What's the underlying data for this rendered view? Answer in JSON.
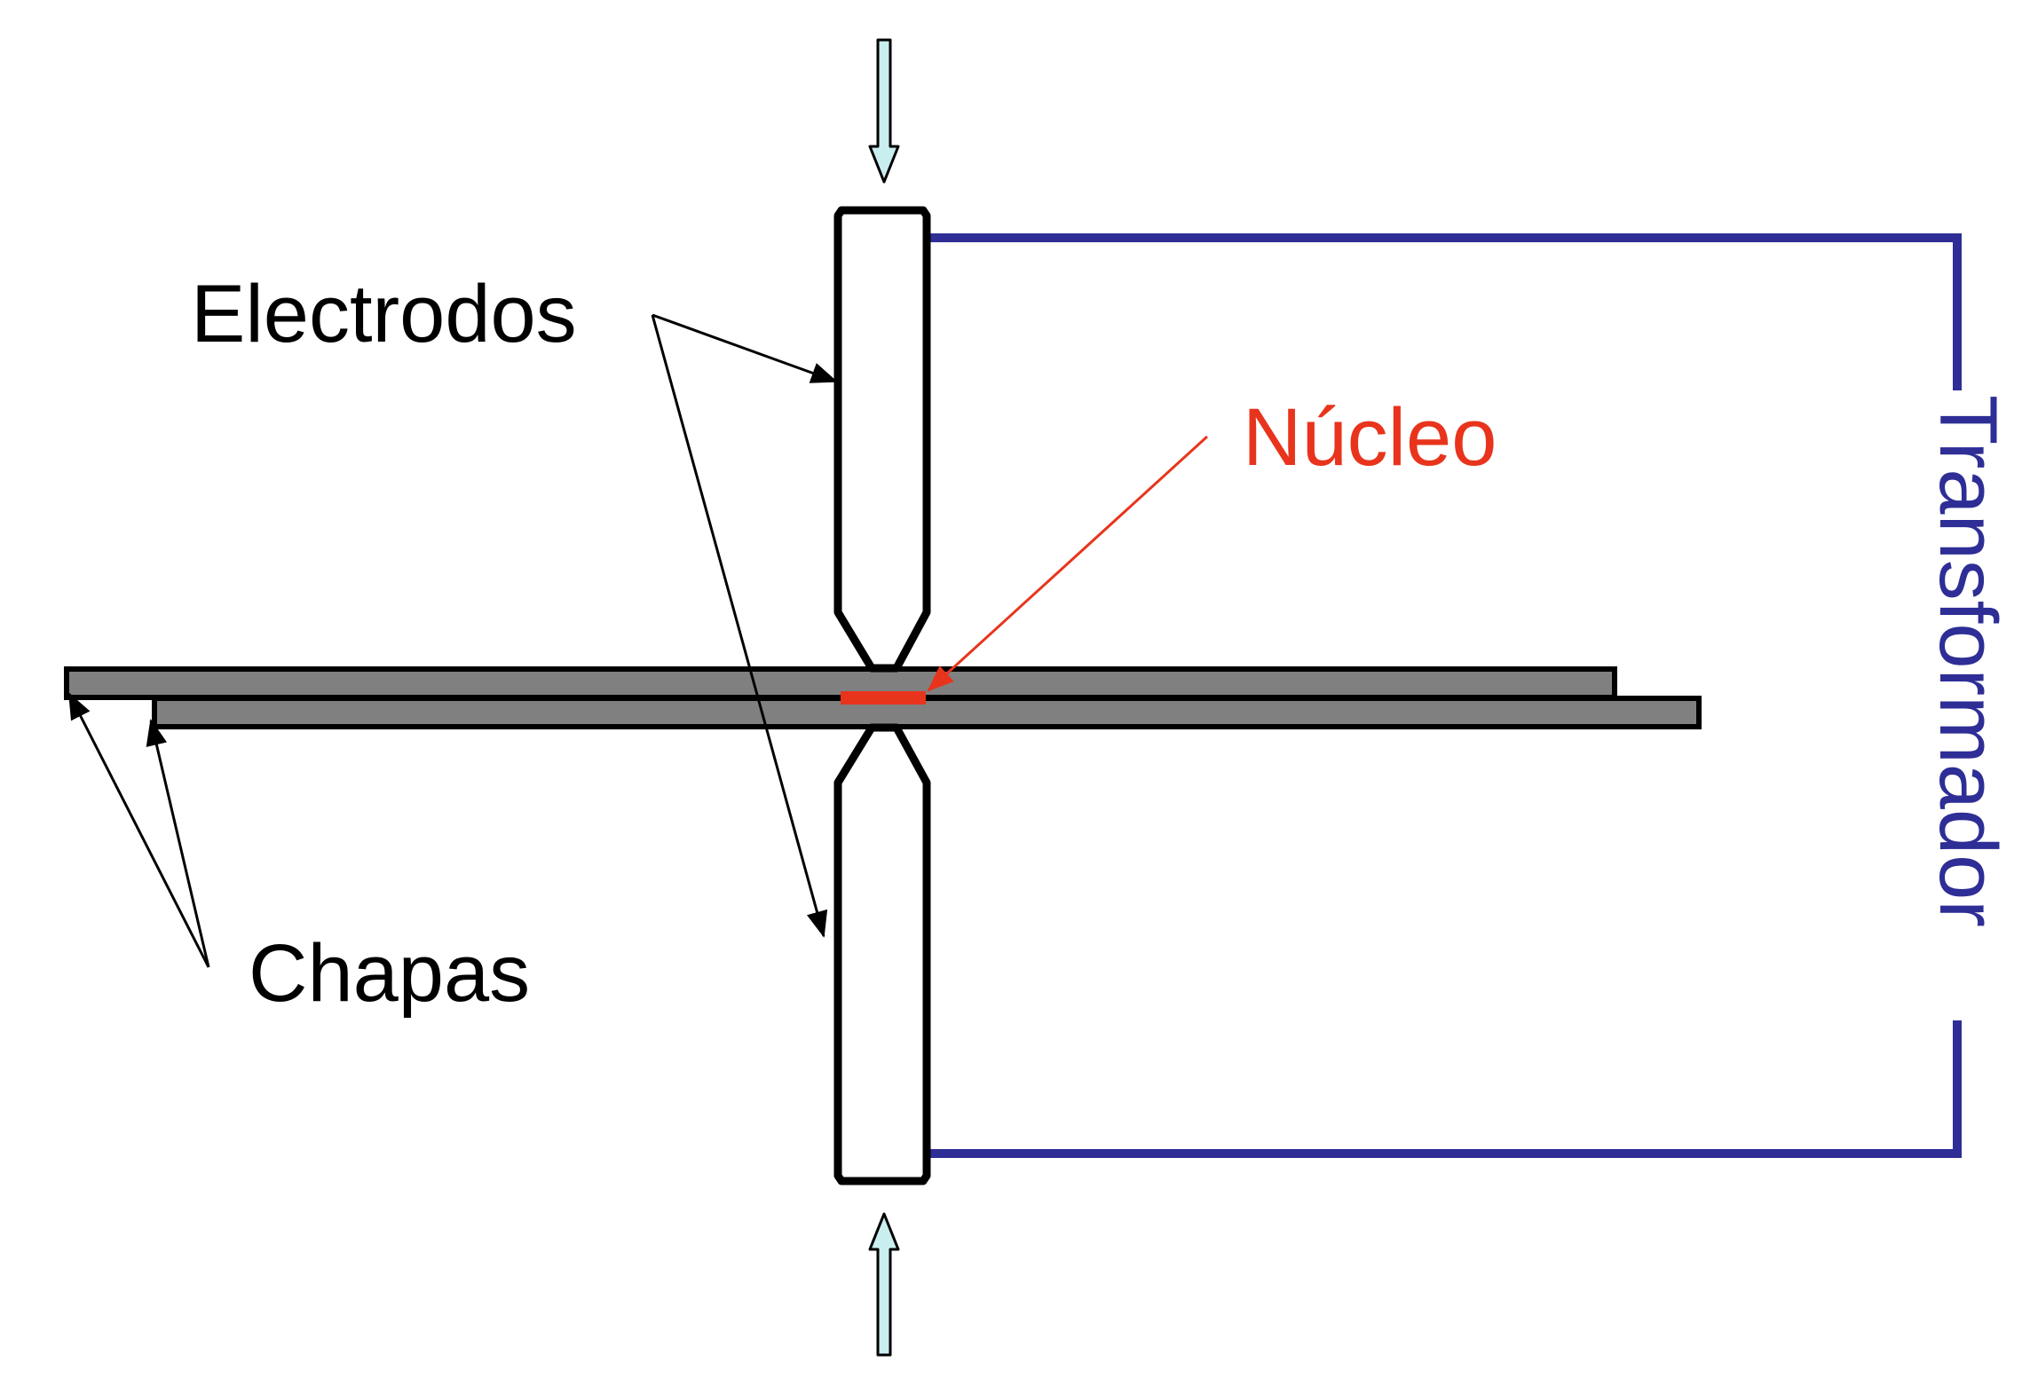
{
  "labels": {
    "electrodes": "Electrodos",
    "nucleus": "Núcleo",
    "sheets": "Chapas",
    "transformer": "Transformador"
  },
  "colors": {
    "text": "#000000",
    "nucleus": "#e8341c",
    "circuit": "#2e2e96",
    "sheet_fill": "#808080",
    "force_arrow_fill": "#c9eef0",
    "outline": "#000000"
  }
}
